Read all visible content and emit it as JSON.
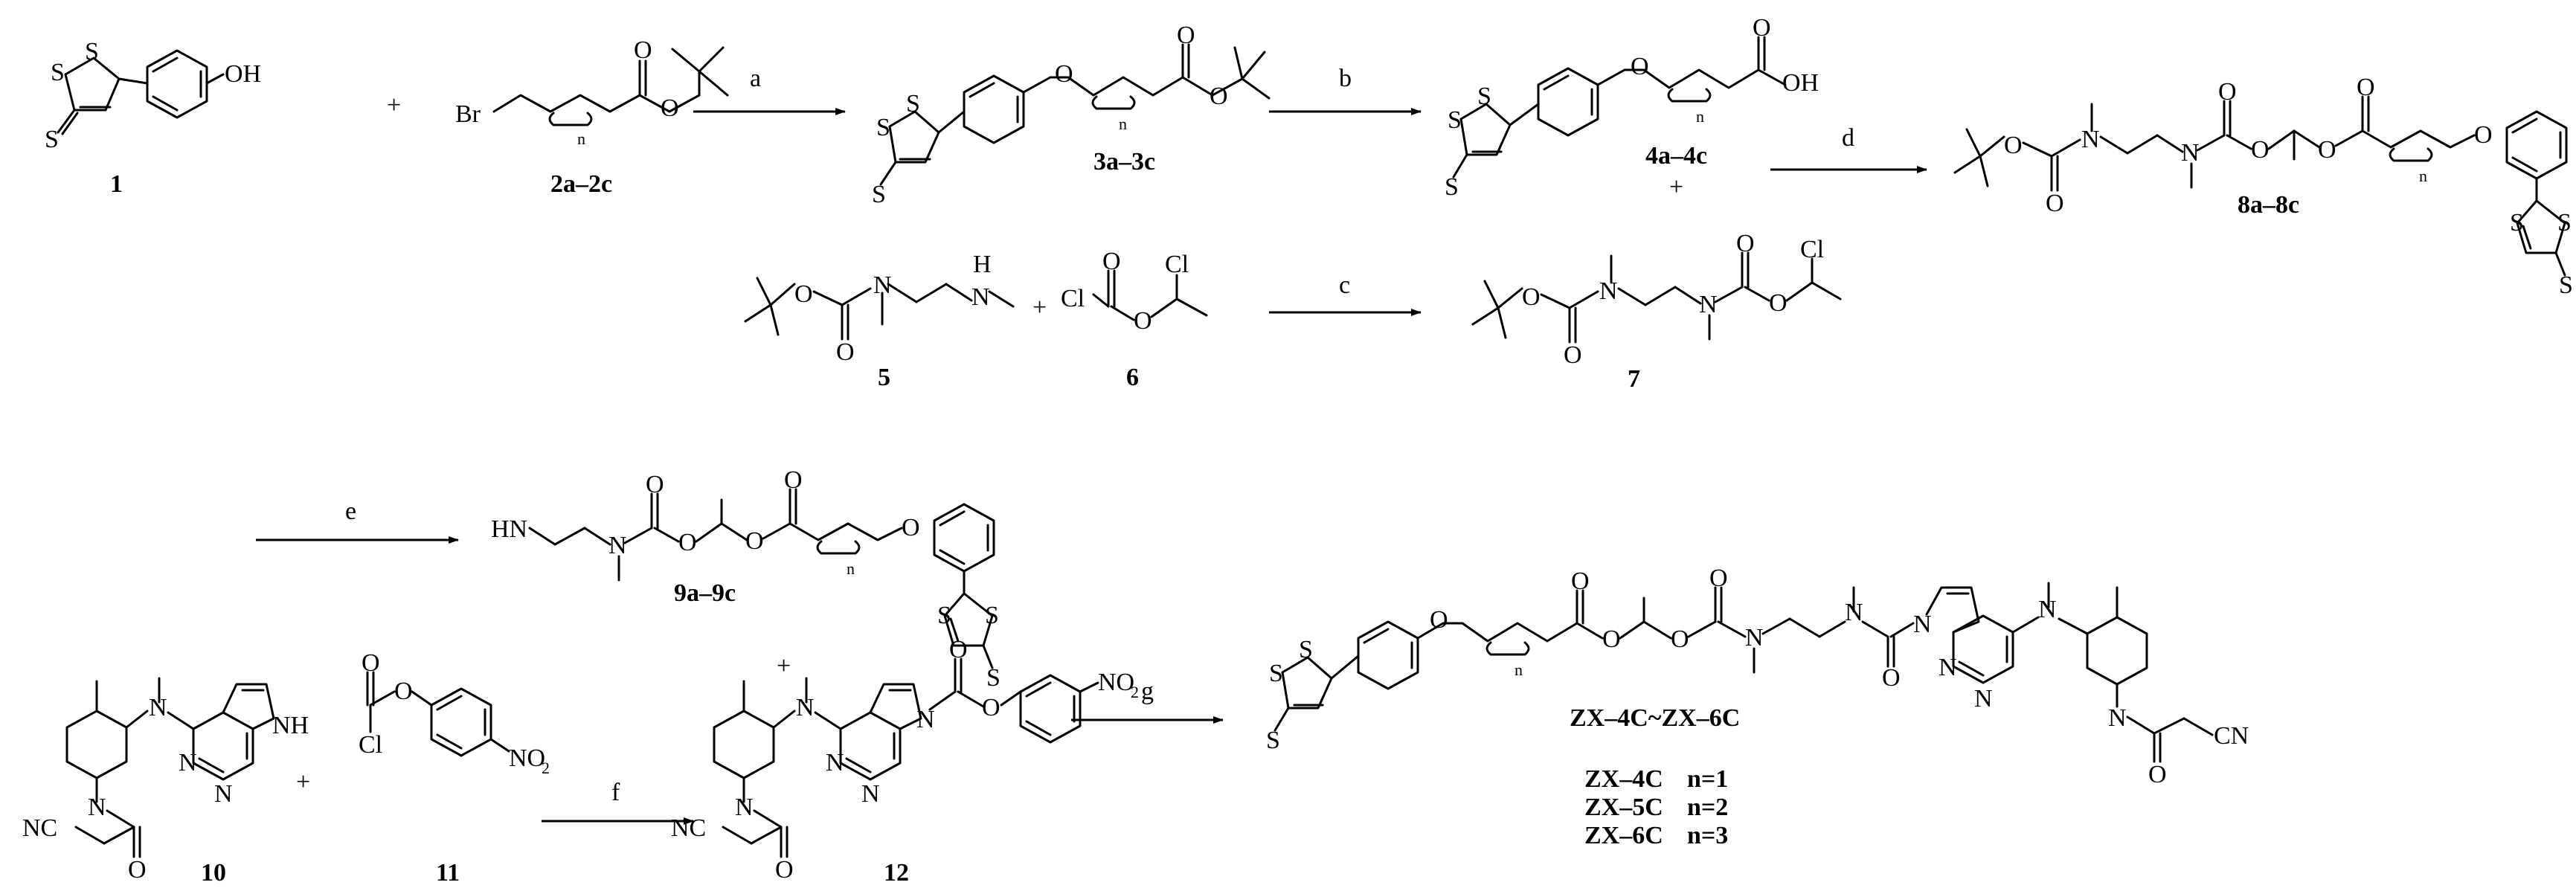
{
  "atoms": {
    "S": "S",
    "OH": "OH",
    "O": "O",
    "Br": "Br",
    "n": "n",
    "N": "N",
    "H": "H",
    "HN": "HN",
    "NH": "NH",
    "Cl": "Cl",
    "NO2": "NO",
    "NO2_sub": "2",
    "NC": "NC",
    "CN": "CN"
  },
  "compounds": {
    "c1": "1",
    "c2": "2a–2c",
    "c3": "3a–3c",
    "c4": "4a–4c",
    "c5": "5",
    "c6": "6",
    "c7": "7",
    "c8": "8a–8c",
    "c9": "9a–9c",
    "c10": "10",
    "c11": "11",
    "c12": "12",
    "final": "ZX–4C~ZX–6C",
    "final_series": [
      {
        "name": "ZX–4C",
        "n": "n=1"
      },
      {
        "name": "ZX–5C",
        "n": "n=2"
      },
      {
        "name": "ZX–6C",
        "n": "n=3"
      }
    ]
  },
  "reagent_labels": {
    "a": "a",
    "b": "b",
    "c": "c",
    "d": "d",
    "e": "e",
    "f": "f",
    "g": "g"
  },
  "plus": "+"
}
